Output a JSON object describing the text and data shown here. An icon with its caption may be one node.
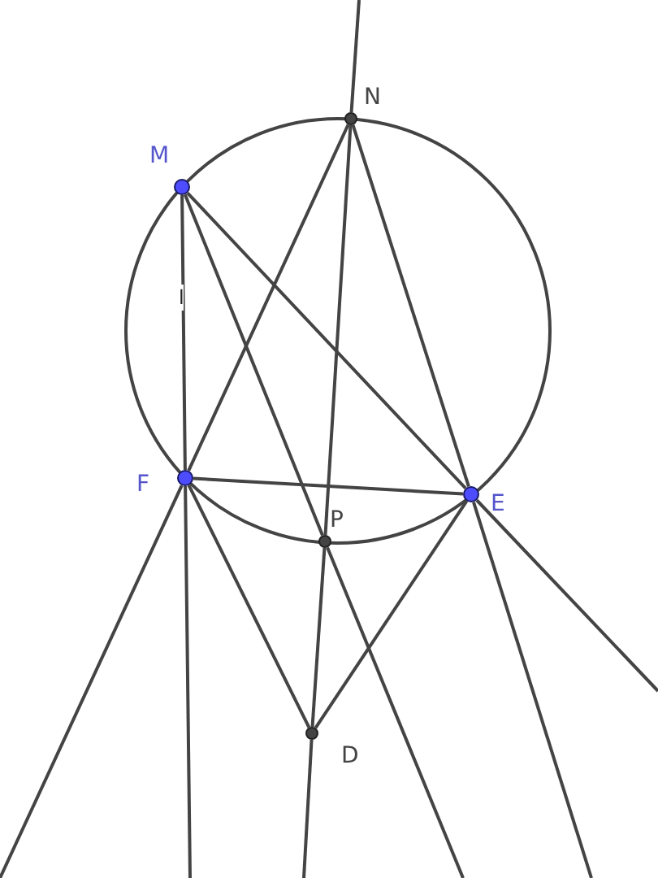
{
  "diagram": {
    "nodes": [
      {
        "text": [],
        "shape": "circle",
        "beside": [
          "N"
        ]
      },
      {
        "text": [],
        "shape": "circle",
        "beside": [
          "M"
        ]
      },
      {
        "text": [],
        "shape": "circle",
        "beside": [
          "F"
        ]
      },
      {
        "text": [],
        "shape": "circle",
        "beside": [
          "E"
        ]
      },
      {
        "text": [],
        "shape": "circle",
        "beside": [
          "P"
        ]
      },
      {
        "text": [],
        "shape": "circle",
        "beside": [
          "D"
        ]
      }
    ],
    "edges": [
      {
        "from": 1,
        "to": 2,
        "arrow": "none"
      },
      {
        "from": 2,
        "to": null,
        "arrow": "none"
      },
      {
        "from": 1,
        "to": 4,
        "arrow": "none"
      },
      {
        "from": 4,
        "to": null,
        "arrow": "none"
      },
      {
        "from": 1,
        "to": 3,
        "arrow": "none"
      },
      {
        "from": 3,
        "to": null,
        "arrow": "none"
      },
      {
        "from": 0,
        "to": 2,
        "arrow": "none"
      },
      {
        "from": 2,
        "to": null,
        "arrow": "none"
      },
      {
        "from": 0,
        "to": 3,
        "arrow": "none"
      },
      {
        "from": 3,
        "to": null,
        "arrow": "none"
      },
      {
        "from": null,
        "to": 0,
        "arrow": "none"
      },
      {
        "from": 0,
        "to": 4,
        "arrow": "none"
      },
      {
        "from": 4,
        "to": 5,
        "arrow": "none"
      },
      {
        "from": 5,
        "to": null,
        "arrow": "none"
      },
      {
        "from": 2,
        "to": 3,
        "arrow": "none"
      },
      {
        "from": 2,
        "to": 5,
        "arrow": "none"
      },
      {
        "from": 3,
        "to": 5,
        "arrow": "none"
      }
    ],
    "labels": [
      "l"
    ]
  }
}
